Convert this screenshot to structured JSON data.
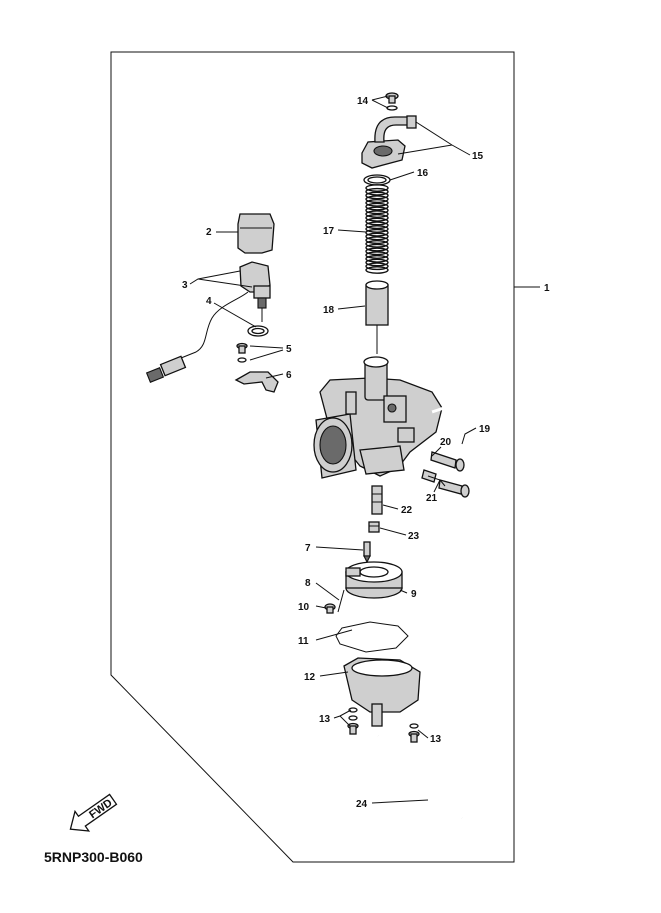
{
  "diagram": {
    "code": "5RNP300-B060",
    "fwd_label": "FWD",
    "callouts": [
      "1",
      "2",
      "3",
      "4",
      "5",
      "6",
      "7",
      "8",
      "9",
      "10",
      "11",
      "12",
      "13",
      "13",
      "14",
      "15",
      "16",
      "17",
      "18",
      "19",
      "20",
      "21",
      "22",
      "23",
      "24"
    ]
  }
}
